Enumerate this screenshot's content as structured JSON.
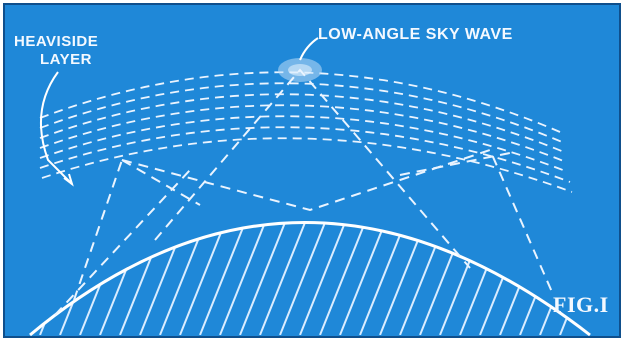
{
  "labels": {
    "layer_line1": "HEAVISIDE",
    "layer_line2": "LAYER",
    "wave": "LOW-ANGLE SKY WAVE",
    "fig": "FIG.I"
  },
  "colors": {
    "background": "#1f88d8",
    "lines": "#eaf4ff",
    "earth_hatch": "#d9ecff"
  }
}
